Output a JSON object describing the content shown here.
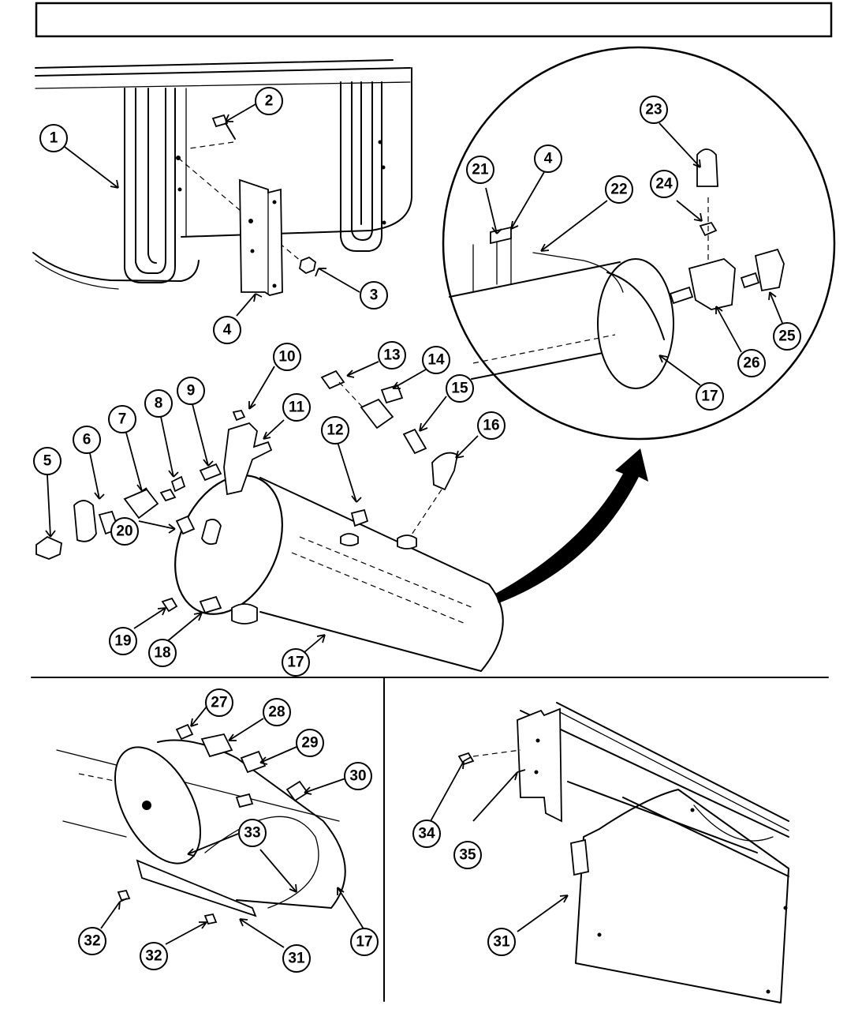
{
  "header_box_text": "",
  "callouts": [
    {
      "id": "c1",
      "label": "1"
    },
    {
      "id": "c2",
      "label": "2"
    },
    {
      "id": "c3",
      "label": "3"
    },
    {
      "id": "c4",
      "label": "4"
    },
    {
      "id": "c4b",
      "label": "4"
    },
    {
      "id": "c5",
      "label": "5"
    },
    {
      "id": "c6",
      "label": "6"
    },
    {
      "id": "c7",
      "label": "7"
    },
    {
      "id": "c8",
      "label": "8"
    },
    {
      "id": "c9",
      "label": "9"
    },
    {
      "id": "c10",
      "label": "10"
    },
    {
      "id": "c11",
      "label": "11"
    },
    {
      "id": "c12",
      "label": "12"
    },
    {
      "id": "c13",
      "label": "13"
    },
    {
      "id": "c14",
      "label": "14"
    },
    {
      "id": "c15",
      "label": "15"
    },
    {
      "id": "c16",
      "label": "16"
    },
    {
      "id": "c17a",
      "label": "17"
    },
    {
      "id": "c17b",
      "label": "17"
    },
    {
      "id": "c17c",
      "label": "17"
    },
    {
      "id": "c18",
      "label": "18"
    },
    {
      "id": "c19",
      "label": "19"
    },
    {
      "id": "c20",
      "label": "20"
    },
    {
      "id": "c21",
      "label": "21"
    },
    {
      "id": "c22",
      "label": "22"
    },
    {
      "id": "c23",
      "label": "23"
    },
    {
      "id": "c24",
      "label": "24"
    },
    {
      "id": "c25",
      "label": "25"
    },
    {
      "id": "c26",
      "label": "26"
    },
    {
      "id": "c27",
      "label": "27"
    },
    {
      "id": "c28",
      "label": "28"
    },
    {
      "id": "c29",
      "label": "29"
    },
    {
      "id": "c30",
      "label": "30"
    },
    {
      "id": "c31a",
      "label": "31"
    },
    {
      "id": "c31b",
      "label": "31"
    },
    {
      "id": "c32a",
      "label": "32"
    },
    {
      "id": "c32b",
      "label": "32"
    },
    {
      "id": "c33",
      "label": "33"
    },
    {
      "id": "c34",
      "label": "34"
    },
    {
      "id": "c35",
      "label": "35"
    }
  ]
}
